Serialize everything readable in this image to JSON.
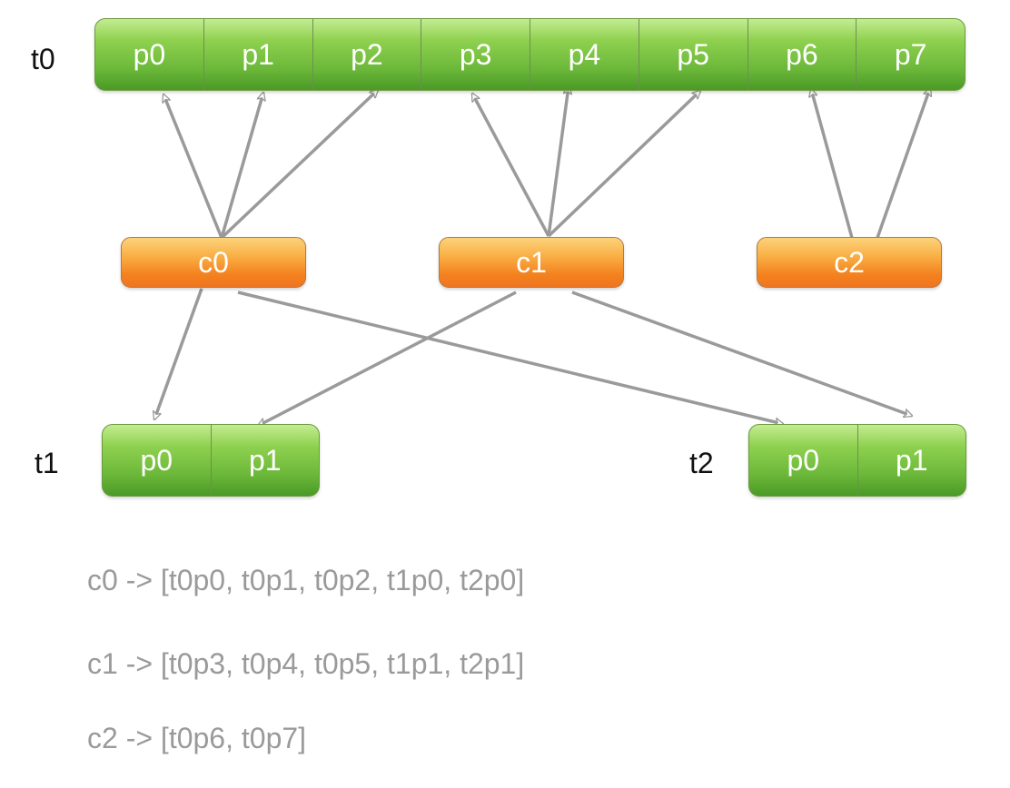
{
  "topics": {
    "t0": {
      "label": "t0",
      "partitions": [
        "p0",
        "p1",
        "p2",
        "p3",
        "p4",
        "p5",
        "p6",
        "p7"
      ]
    },
    "t1": {
      "label": "t1",
      "partitions": [
        "p0",
        "p1"
      ]
    },
    "t2": {
      "label": "t2",
      "partitions": [
        "p0",
        "p1"
      ]
    }
  },
  "consumers": {
    "c0": "c0",
    "c1": "c1",
    "c2": "c2"
  },
  "assignments": [
    "c0 -> [t0p0, t0p1, t0p2, t1p0, t2p0]",
    "c1 -> [t0p3, t0p4, t0p5, t1p1, t2p1]",
    "c2 -> [t0p6, t0p7]"
  ],
  "colors": {
    "partition_green": "#6cb83a",
    "consumer_orange": "#f58a26",
    "arrow_gray": "#9a9a9a",
    "assignment_text": "#9a9a9a"
  }
}
